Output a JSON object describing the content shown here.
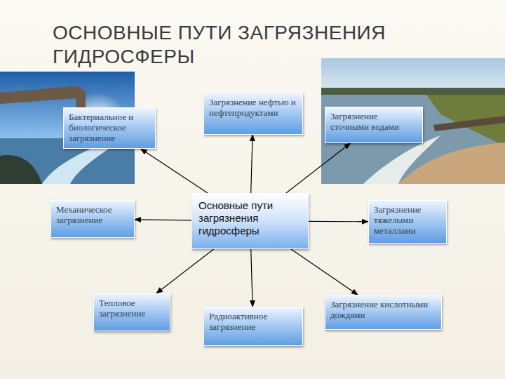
{
  "diagram": {
    "title": "ОСНОВНЫЕ ПУТИ ЗАГРЯЗНЕНИЯ ГИДРОСФЕРЫ",
    "nodes": [
      {
        "text": [
          "Бактериальное и биологическое загрязнение"
        ]
      },
      {
        "text": [
          "Загрязнение нефтью и нефтепродуктами"
        ]
      },
      {
        "text": [
          "Загрязнение сточными водами"
        ]
      },
      {
        "text": [
          "Механическое загрязнение"
        ]
      },
      {
        "text": [
          "Основные пути загрязнения гидросферы"
        ]
      },
      {
        "text": [
          "Загрязнение тяжелыми металлами"
        ]
      },
      {
        "text": [
          "Тепловое загрязнение"
        ]
      },
      {
        "text": [
          "Радиоактивное загрязнение"
        ]
      },
      {
        "text": [
          "Загрязнение кислотными дождями"
        ]
      }
    ],
    "edges": [
      {
        "from": 4,
        "to": 0,
        "arrow": "to"
      },
      {
        "from": 4,
        "to": 1,
        "arrow": "to"
      },
      {
        "from": 4,
        "to": 2,
        "arrow": "to"
      },
      {
        "from": 4,
        "to": 3,
        "arrow": "to"
      },
      {
        "from": 4,
        "to": 5,
        "arrow": "to"
      },
      {
        "from": 4,
        "to": 6,
        "arrow": "to"
      },
      {
        "from": 4,
        "to": 7,
        "arrow": "to"
      },
      {
        "from": 4,
        "to": 8,
        "arrow": "to"
      }
    ]
  }
}
